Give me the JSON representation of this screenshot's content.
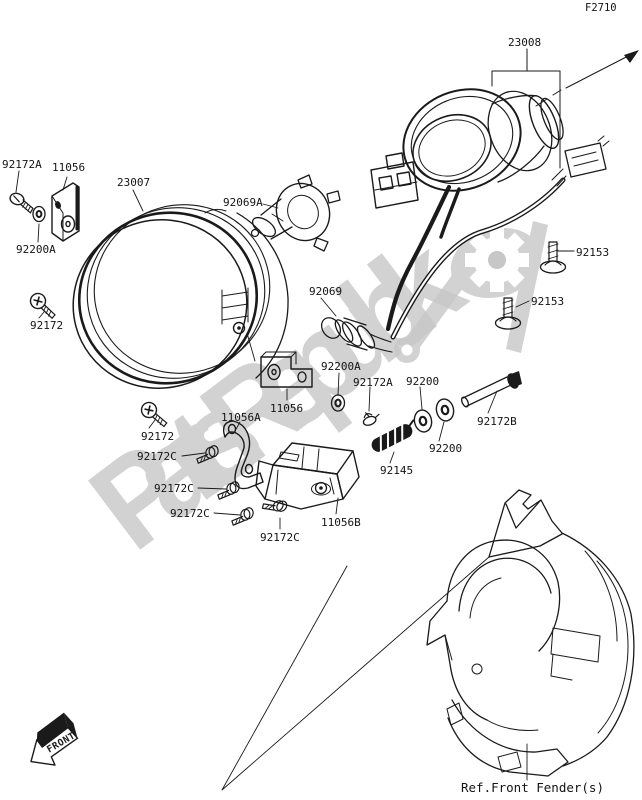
{
  "diagram": {
    "fiche_code": "F2710",
    "watermark_text": "PartsRepublik",
    "front_marker": "FRONT",
    "reference_note": "Ref.Front Fender(s)",
    "colors": {
      "background": "#ffffff",
      "line": "#1a1a1a",
      "watermark": "#c7c7c7"
    }
  },
  "part_labels": [
    {
      "text": "23008"
    },
    {
      "text": "92172A"
    },
    {
      "text": "11056"
    },
    {
      "text": "23007"
    },
    {
      "text": "92069A"
    },
    {
      "text": "92200A"
    },
    {
      "text": "92153"
    },
    {
      "text": "92069"
    },
    {
      "text": "92153"
    },
    {
      "text": "92172"
    },
    {
      "text": "92200A"
    },
    {
      "text": "92172A"
    },
    {
      "text": "92200"
    },
    {
      "text": "11056"
    },
    {
      "text": "11056A"
    },
    {
      "text": "92172B"
    },
    {
      "text": "92172"
    },
    {
      "text": "92200"
    },
    {
      "text": "92172C"
    },
    {
      "text": "92145"
    },
    {
      "text": "92172C"
    },
    {
      "text": "92172C"
    },
    {
      "text": "11056B"
    },
    {
      "text": "92172C"
    }
  ]
}
